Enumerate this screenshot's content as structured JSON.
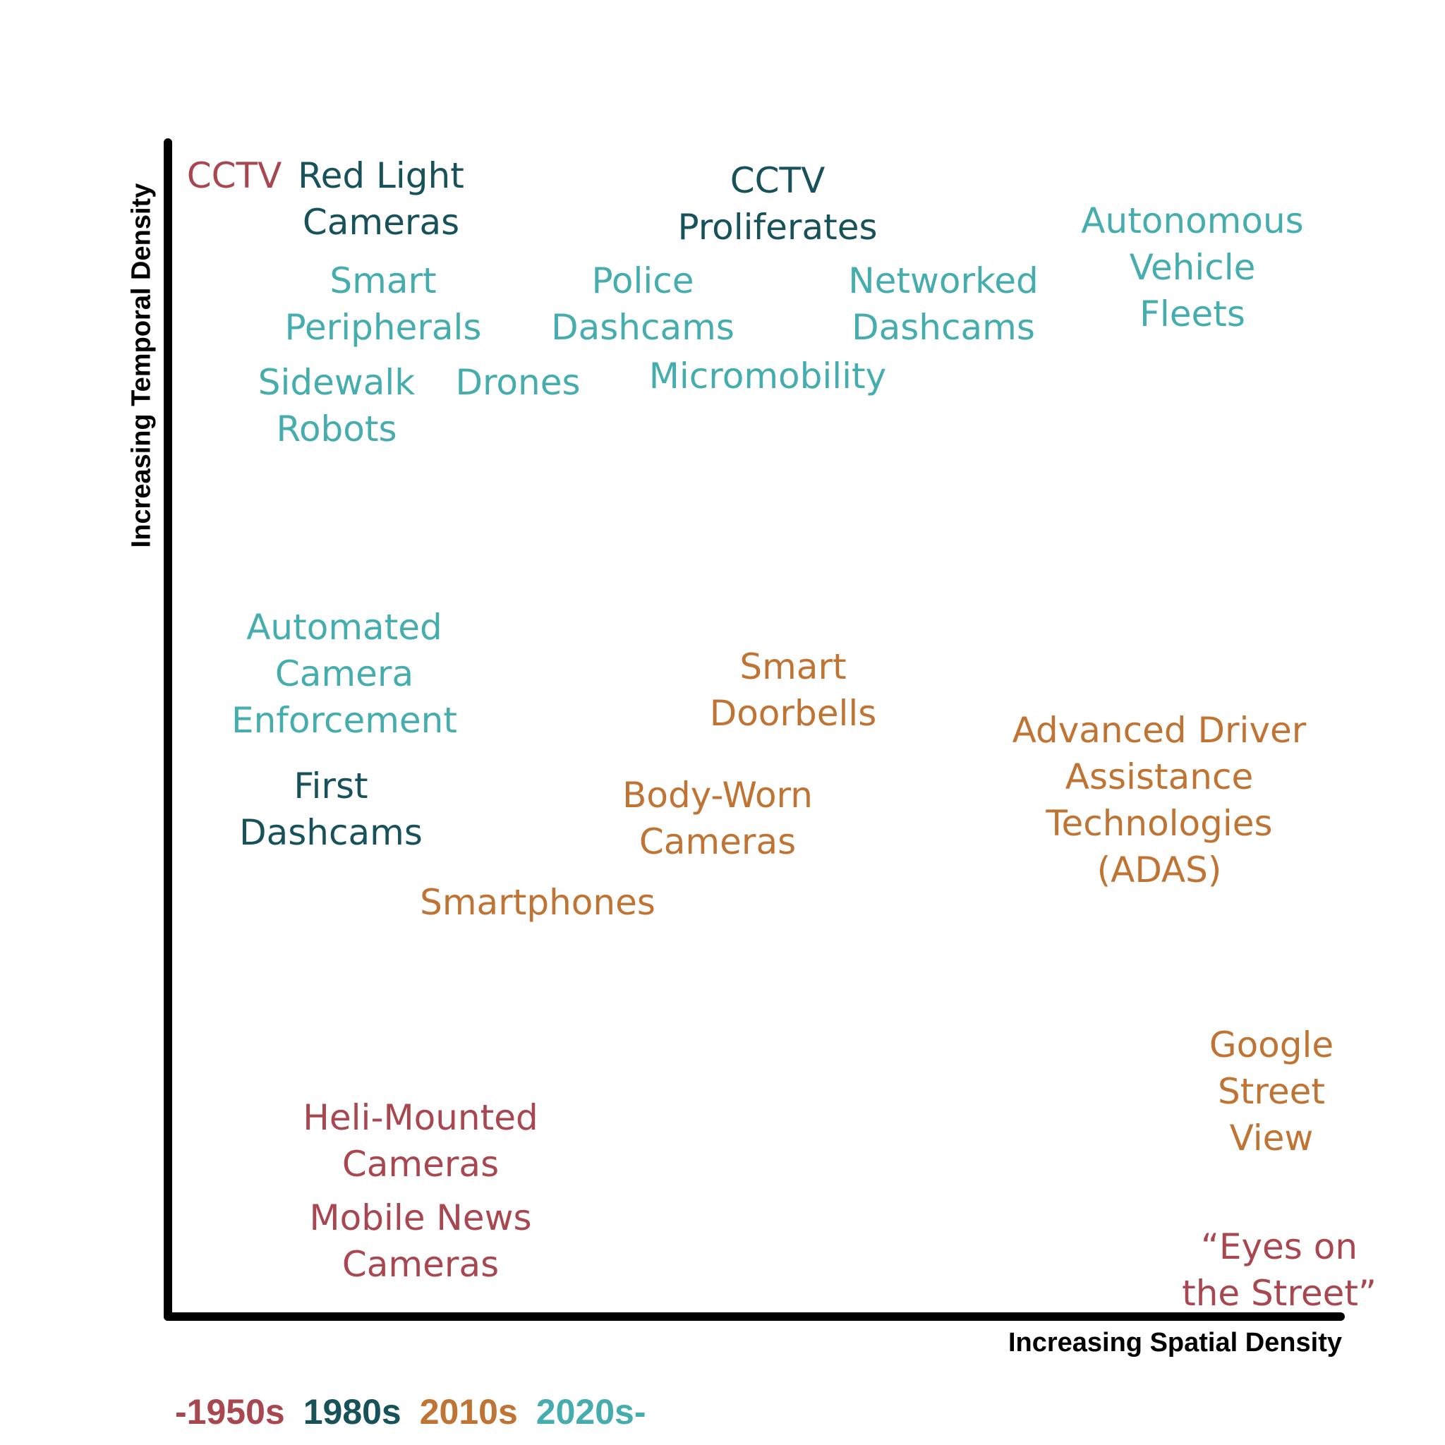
{
  "axes": {
    "x_label": "Increasing Spatial Density",
    "y_label": "Increasing Temporal Density"
  },
  "colors": {
    "era_1950s": "#a8474f",
    "era_1980s": "#17525a",
    "era_2010s": "#c07434",
    "era_2020s": "#45adad",
    "axis": "#000000"
  },
  "legend": [
    {
      "label": "-1950s",
      "era": "1950"
    },
    {
      "label": "1980s",
      "era": "1980"
    },
    {
      "label": "2010s",
      "era": "2010"
    },
    {
      "label": "2020s-",
      "era": "2020"
    }
  ],
  "items": {
    "cctv_early": "CCTV",
    "red_light_cameras": "Red Light\nCameras",
    "cctv_proliferates": "CCTV\nProliferates",
    "autonomous_vehicle_fleets": "Autonomous\nVehicle\nFleets",
    "smart_peripherals": "Smart\nPeripherals",
    "police_dashcams": "Police\nDashcams",
    "networked_dashcams": "Networked\nDashcams",
    "sidewalk_robots": "Sidewalk\nRobots",
    "drones": "Drones",
    "micromobility": "Micromobility",
    "automated_camera_enforcement": "Automated\nCamera\nEnforcement",
    "smart_doorbells": "Smart\nDoorbells",
    "advanced_driver_assistance": "Advanced Driver\nAssistance\nTechnologies\n(ADAS)",
    "first_dashcams": "First\nDashcams",
    "body_worn_cameras": "Body-Worn\nCameras",
    "smartphones": "Smartphones",
    "google_street_view": "Google\nStreet\nView",
    "heli_mounted_cameras": "Heli-Mounted\nCameras",
    "mobile_news_cameras": "Mobile News\nCameras",
    "eyes_on_the_street": "“Eyes on\nthe Street”"
  }
}
